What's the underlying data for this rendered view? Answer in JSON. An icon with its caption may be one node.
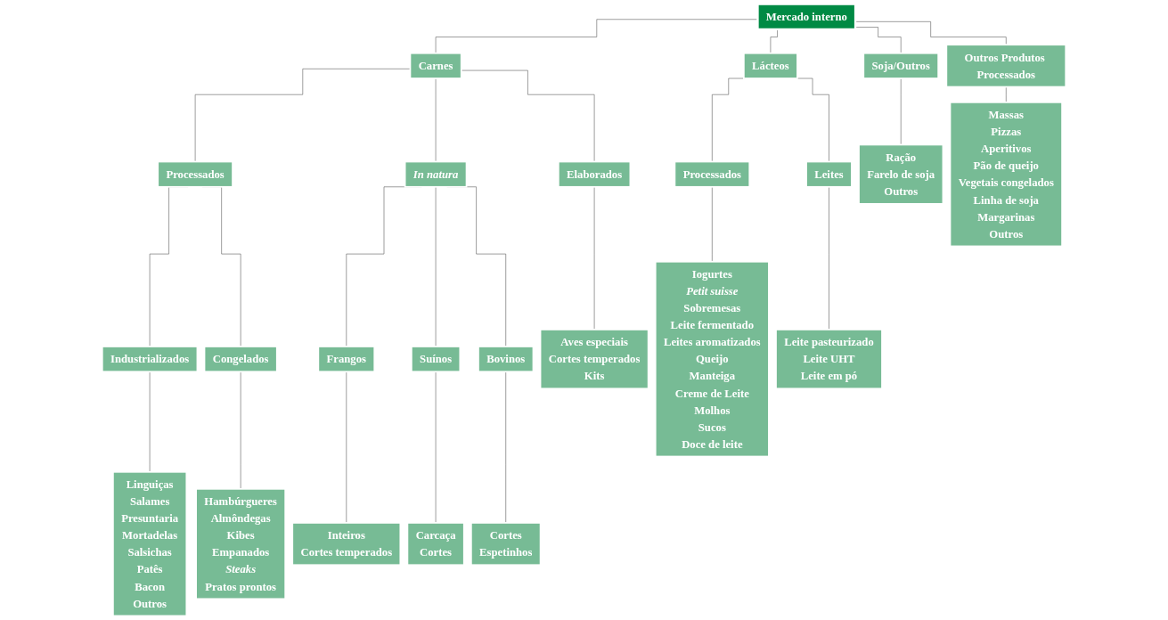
{
  "diagram": {
    "nodes": [
      {
        "text": [
          "Mercado interno"
        ]
      },
      {
        "text": [
          "Carnes"
        ]
      },
      {
        "text": [
          "Outros Produtos Processados"
        ]
      },
      {
        "text": [
          "Lácteos"
        ]
      },
      {
        "text": [
          "Soja/Outros"
        ]
      },
      {
        "text": [
          "Processados"
        ]
      },
      {
        "text": [
          "In natura"
        ]
      },
      {
        "text": [
          "Elaborados"
        ]
      },
      {
        "text": [
          "Processados"
        ]
      },
      {
        "text": [
          "Leites"
        ]
      },
      {
        "text": [
          "Ração",
          "Farelo de soja",
          "Outros"
        ]
      },
      {
        "text": [
          "Industrializados"
        ]
      },
      {
        "text": [
          "Congelados"
        ]
      },
      {
        "text": [
          "Frangos"
        ]
      },
      {
        "text": [
          "Suínos"
        ]
      },
      {
        "text": [
          "Bovinos"
        ]
      },
      {
        "text": [
          "Aves especiais",
          "Cortes temperados",
          "Kits"
        ]
      },
      {
        "text": [
          "Massas",
          "Pizzas",
          "Aperitivos",
          "Pão de queijo",
          "Vegetais congelados",
          "Linha de soja",
          "Margarinas",
          "Outros"
        ]
      },
      {
        "text": [
          "Iogurtes",
          "*Petit suisse*",
          "Sobremesas",
          "Leite fermentado",
          "Leites aromatizados",
          "Queijo",
          "Manteiga",
          "Creme de Leite",
          "Molhos",
          "Sucos",
          "Doce de leite"
        ]
      },
      {
        "text": [
          "Leite pasteurizado",
          "Leite UHT",
          "Leite em pó"
        ]
      },
      {
        "text": [
          "Linguiças",
          "Salames",
          "Presuntaria",
          "Mortadelas",
          "Salsichas",
          "Patês",
          "Bacon",
          "Outros"
        ]
      },
      {
        "text": [
          "Hambúrgueres",
          "Almôndegas",
          "Kibes",
          "Empanados",
          "*Steaks*",
          "Pratos prontos"
        ]
      },
      {
        "text": [
          "Inteiros",
          "Cortes temperados"
        ]
      },
      {
        "text": [
          "Carcaça",
          "Cortes"
        ]
      },
      {
        "text": [
          "Cortes",
          "Espetinhos"
        ]
      }
    ],
    "edges": [
      {
        "from": 0,
        "to": 1,
        "arrow": "none"
      },
      {
        "from": 0,
        "to": 2,
        "arrow": "none"
      },
      {
        "from": 0,
        "to": 3,
        "arrow": "none"
      },
      {
        "from": 0,
        "to": 4,
        "arrow": "none"
      },
      {
        "from": 1,
        "to": 5,
        "arrow": "none"
      },
      {
        "from": 1,
        "to": 6,
        "arrow": "none"
      },
      {
        "from": 1,
        "to": 7,
        "arrow": "none"
      },
      {
        "from": 3,
        "to": 8,
        "arrow": "none"
      },
      {
        "from": 3,
        "to": 9,
        "arrow": "none"
      },
      {
        "from": 4,
        "to": 10,
        "arrow": "none"
      },
      {
        "from": 5,
        "to": 11,
        "arrow": "none"
      },
      {
        "from": 5,
        "to": 12,
        "arrow": "none"
      },
      {
        "from": 6,
        "to": 13,
        "arrow": "none"
      },
      {
        "from": 6,
        "to": 14,
        "arrow": "none"
      },
      {
        "from": 6,
        "to": 15,
        "arrow": "none"
      },
      {
        "from": 7,
        "to": 16,
        "arrow": "none"
      },
      {
        "from": 2,
        "to": 17,
        "arrow": "none"
      },
      {
        "from": 8,
        "to": 18,
        "arrow": "none"
      },
      {
        "from": 9,
        "to": 19,
        "arrow": "none"
      },
      {
        "from": 11,
        "to": 20,
        "arrow": "none"
      },
      {
        "from": 12,
        "to": 21,
        "arrow": "none"
      },
      {
        "from": 13,
        "to": 22,
        "arrow": "none"
      },
      {
        "from": 14,
        "to": 23,
        "arrow": "none"
      },
      {
        "from": 15,
        "to": 24,
        "arrow": "none"
      }
    ]
  }
}
